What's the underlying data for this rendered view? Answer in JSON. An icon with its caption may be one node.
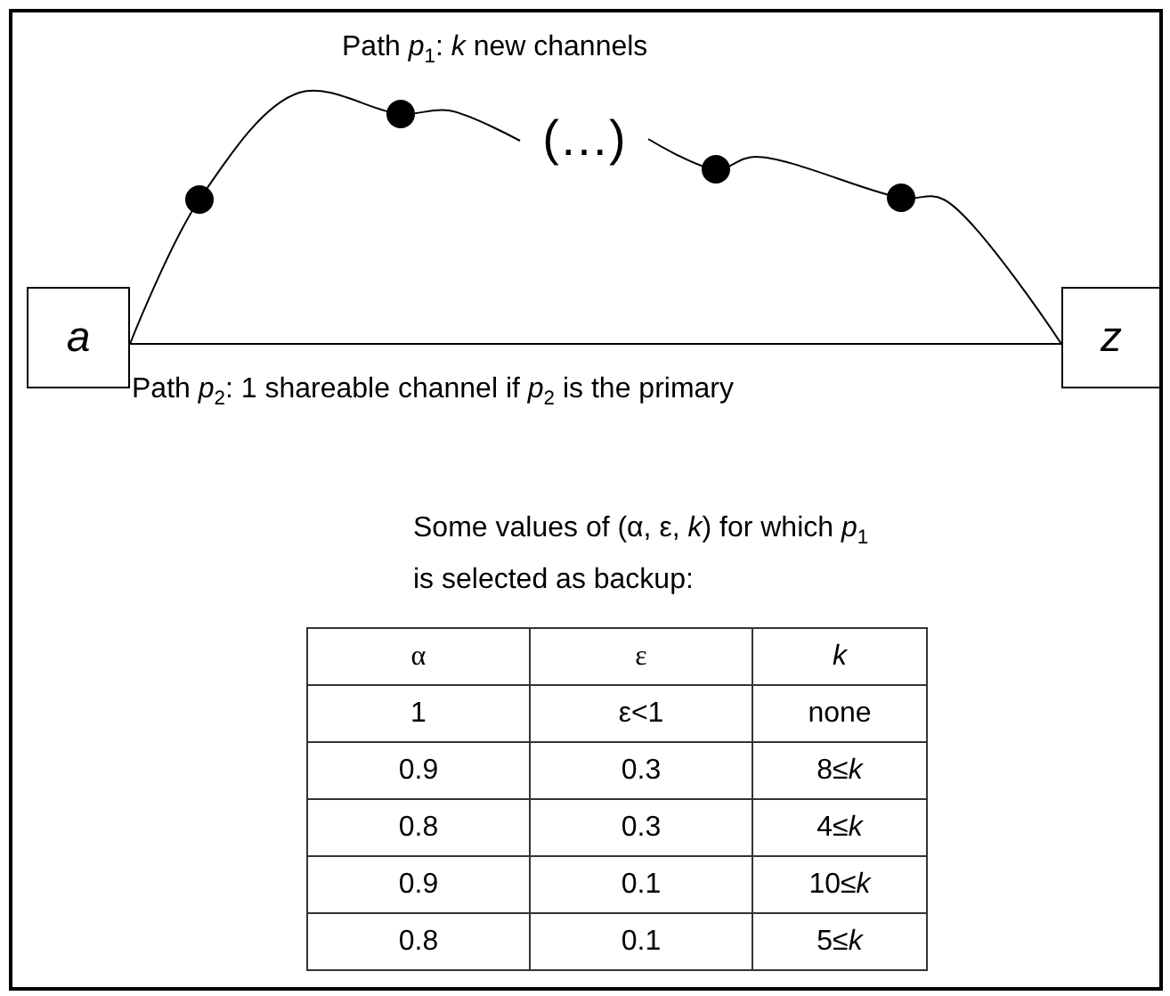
{
  "diagram": {
    "nodes": [
      {
        "text": [
          "a"
        ]
      },
      {
        "text": [
          "(…)"
        ]
      },
      {
        "text": [
          "z"
        ]
      }
    ],
    "edges": [
      {
        "from": 0,
        "to": 1,
        "arrow": "none"
      },
      {
        "from": 1,
        "to": 2,
        "arrow": "none"
      },
      {
        "from": 0,
        "to": 2,
        "arrow": "none"
      }
    ],
    "labels": [
      "Path *p*$_{1}$: *k* new channels",
      "Path *p*$_{2}$: 1 shareable channel if *p*$_{2}$ is the primary",
      "Some values of (α, ε, *k*) for which *p*$_{1}$ is selected as backup:",
      "α",
      "ε",
      "k",
      "1",
      "ε<1",
      "none",
      "0.9",
      "0.3",
      "8≤*k*",
      "0.8",
      "0.3",
      "4≤*k*",
      "0.9",
      "0.1",
      "10≤*k*",
      "0.8",
      "0.1",
      "5≤*k*"
    ]
  }
}
